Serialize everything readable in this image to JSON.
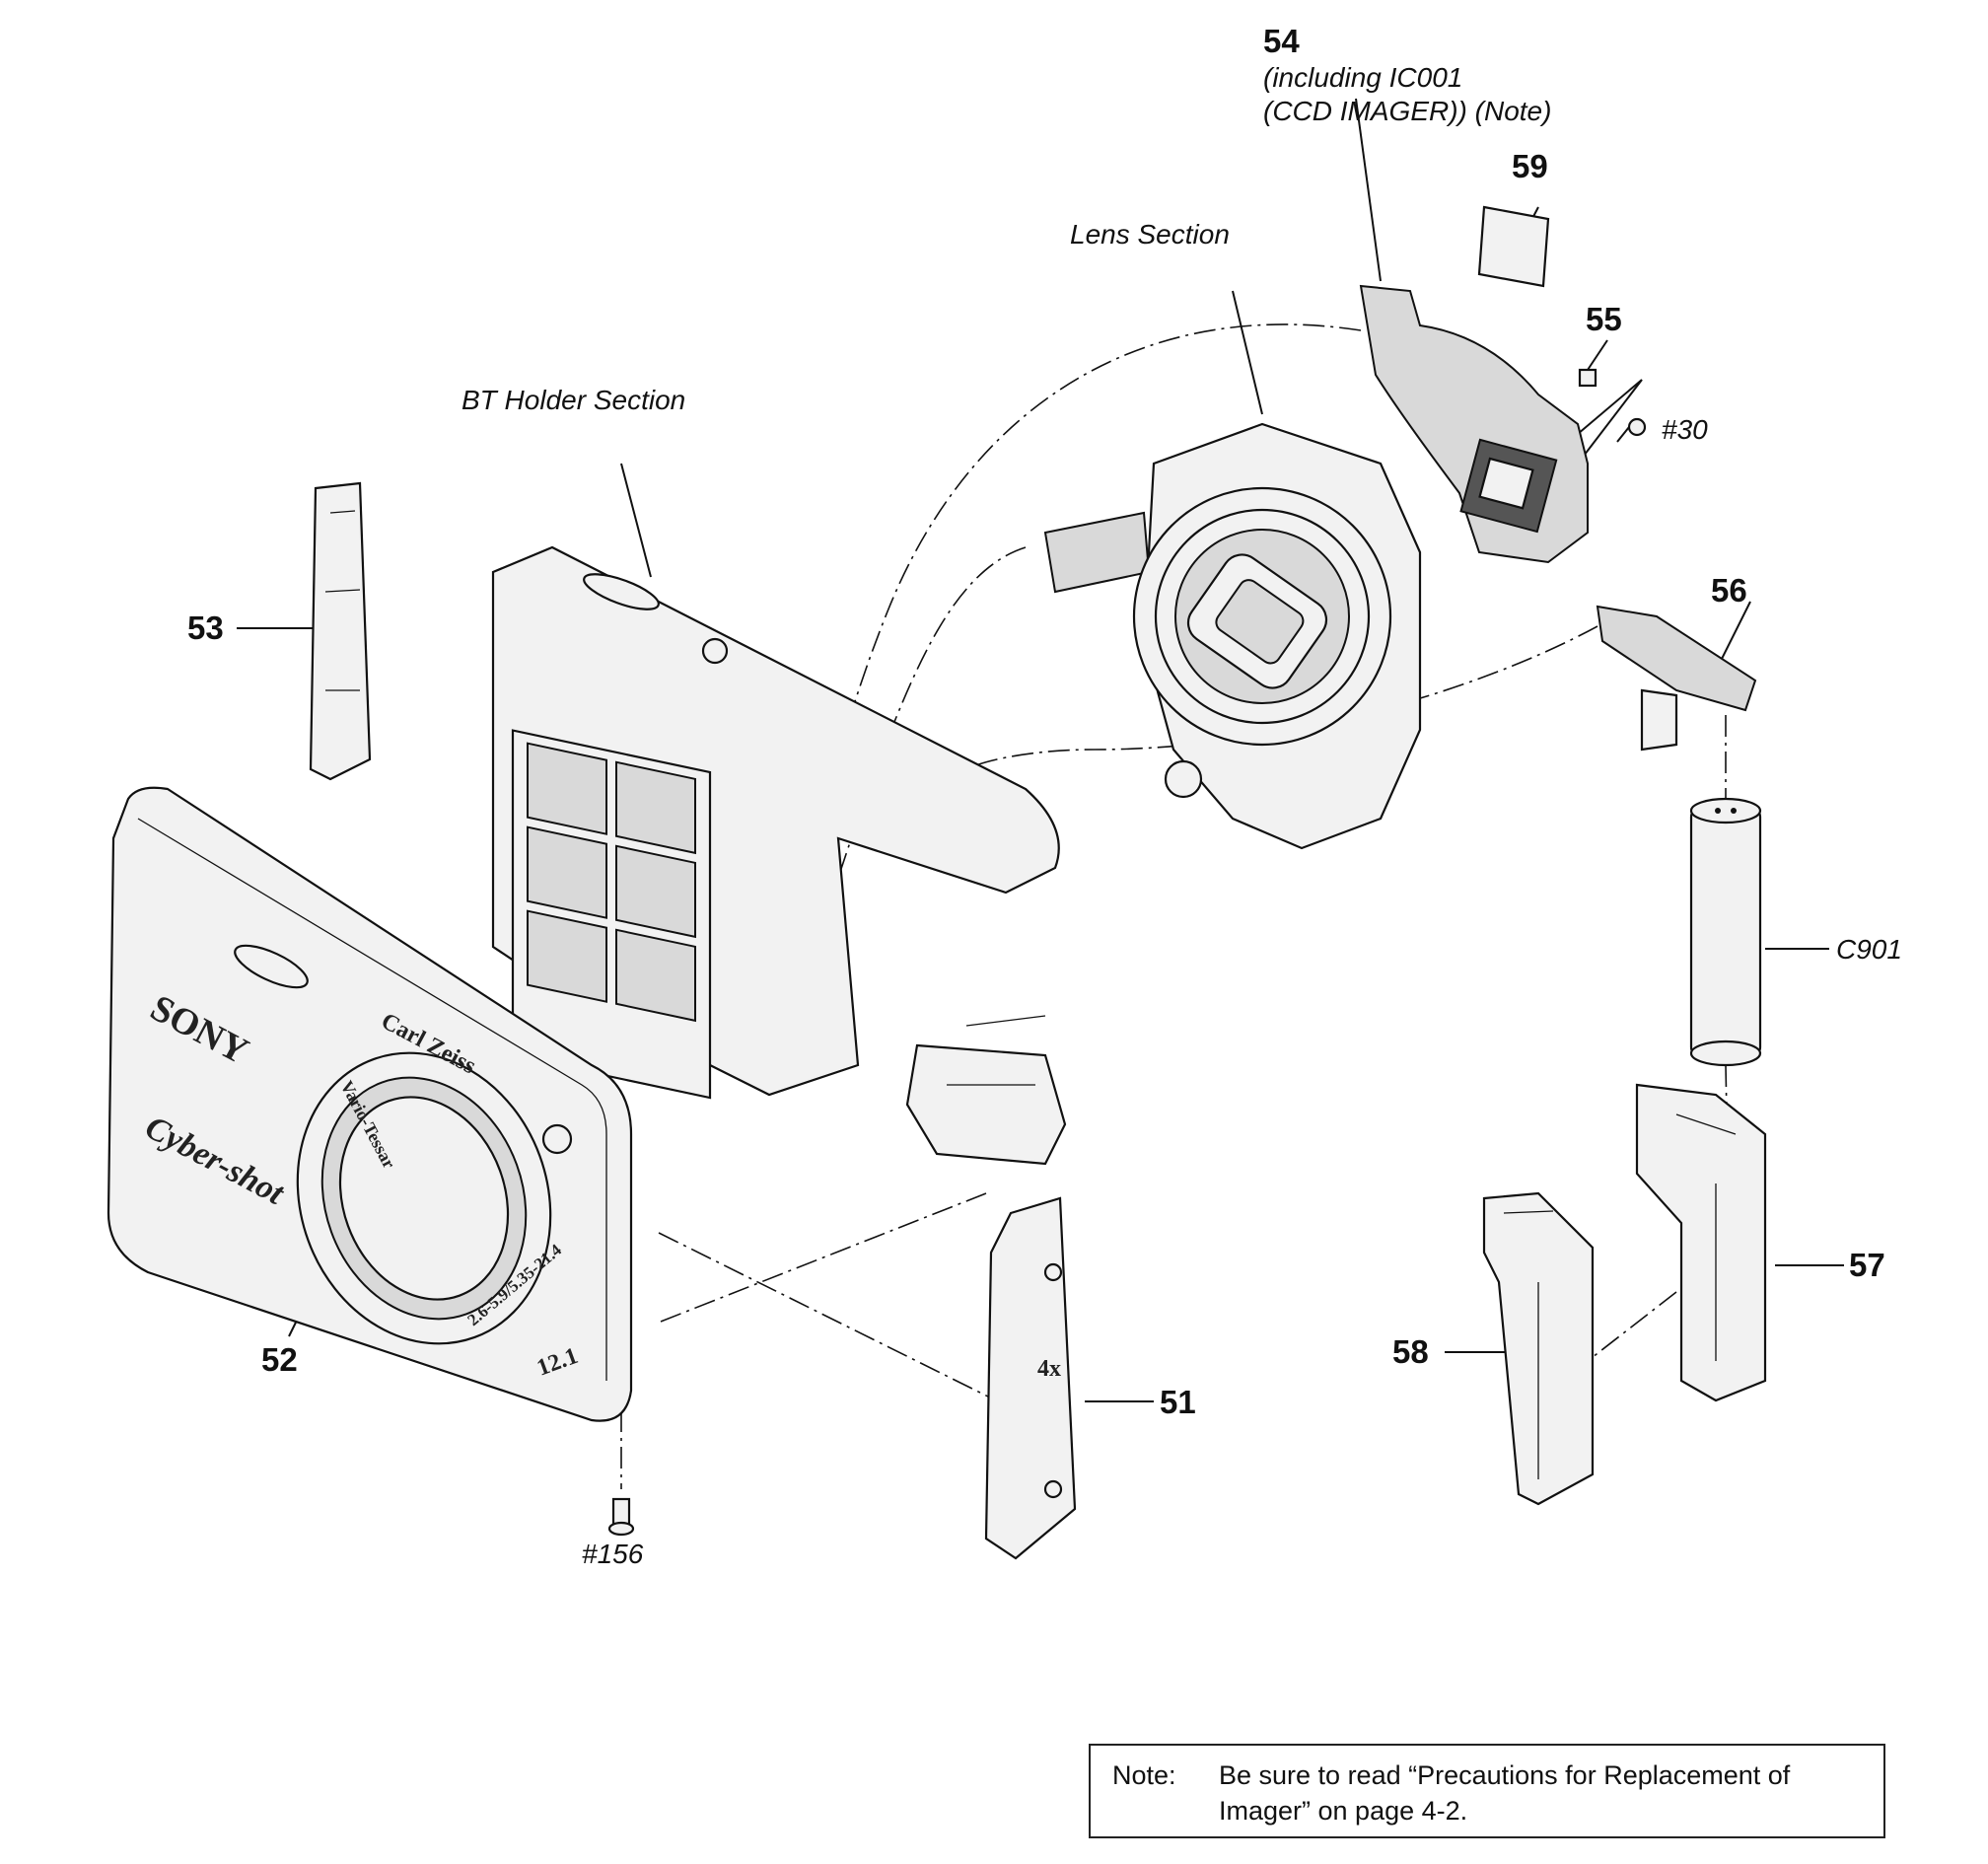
{
  "callouts": {
    "c51": "51",
    "c52": "52",
    "c53": "53",
    "c54": "54",
    "c55": "55",
    "c56": "56",
    "c57": "57",
    "c58": "58",
    "c59": "59",
    "c30": "#30",
    "c156": "#156",
    "c901": "C901"
  },
  "labels": {
    "lens_section": "Lens Section",
    "bt_holder": "BT Holder Section",
    "ic_line1": "(including IC001",
    "ic_line2": "(CCD IMAGER)) (Note)"
  },
  "markings": {
    "brand": "SONY",
    "model": "Cyber-shot",
    "lens_brand": "Carl Zeiss",
    "lens_name": "Vario-Tessar",
    "lens_spec": "2.6-5.9/5.35-21.4",
    "megapixels": "12.1",
    "zoom": "4x"
  },
  "note": {
    "label": "Note:",
    "text": "Be sure to read “Precautions for Replacement of Imager” on page 4-2."
  }
}
